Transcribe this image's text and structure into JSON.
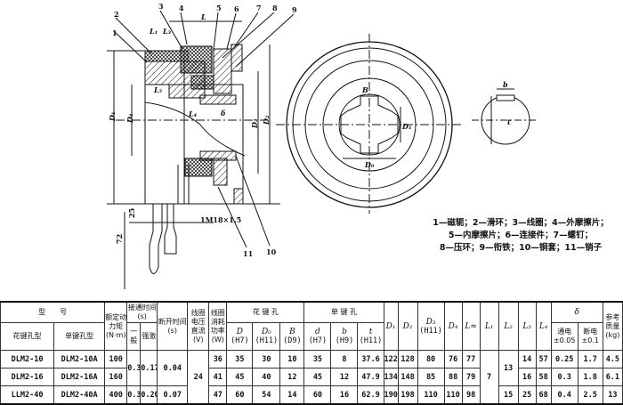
{
  "drawing": {
    "left_view": {
      "part_numbers": [
        "1",
        "2",
        "3",
        "4",
        "5",
        "6",
        "7",
        "8",
        "9",
        "10",
        "11"
      ],
      "dims": {
        "L": "L",
        "L1": "L₁",
        "L3": "L₃",
        "L5": "L₅",
        "L4": "L₄",
        "delta": "δ",
        "D1": "D₁",
        "D4": "D₄",
        "D3": "D₃",
        "D2": "D₂",
        "d25": "25",
        "d72": "72",
        "thread": "1M18×1.5"
      }
    },
    "front_view": {
      "B": "B",
      "D1": "D₁",
      "D0": "D₀"
    },
    "keyway_view": {
      "b": "b",
      "t": "t"
    }
  },
  "legend": {
    "lines": [
      "1—磁轭；2—滑环；3—线圈；4—外摩擦片；",
      "5—内摩擦片；6—连接件；7—螺钉；",
      "8—压环；9—衔铁；10—铜套；11—销子"
    ]
  },
  "table": {
    "headers": {
      "model": "型　　号",
      "spline_type": "花键孔型",
      "key_type": "单键孔型",
      "torque": "额定动力矩(N·m)",
      "on_time": "接通时间(s)",
      "on_normal": "一般",
      "on_forced": "强激",
      "off_time": "断开时间(s)",
      "voltage": "线圈电压直流(V)",
      "power": "线圈消耗功率(W)",
      "spline_hole": "花 键 孔",
      "key_hole": "单 键 孔",
      "D": "D",
      "D_tol": "(H7)",
      "D0": "D₀",
      "D0_tol": "(H11)",
      "B": "B",
      "B_tol": "(D9)",
      "d": "d",
      "d_tol": "(H7)",
      "b": "b",
      "b_tol": "(H9)",
      "t": "t",
      "t_tol": "(H11)",
      "D1": "D₁",
      "D2": "D₂",
      "D3": "D₃",
      "D3_tol": "(H11)",
      "D4": "D₄",
      "L": "L≈",
      "L1": "L₁",
      "L2": "L₂",
      "L3": "L₃",
      "L4": "L₄",
      "delta": "δ",
      "delta_on": "通电±0.05",
      "delta_off": "断电±0.1",
      "mass": "参考质量(kg)"
    },
    "rows": [
      {
        "spline": "DLM2-10",
        "key": "DLM2-10A",
        "torque": "100",
        "D": "35",
        "D0": "30",
        "B": "10",
        "d": "35",
        "b": "8",
        "t": "37.6",
        "D1": "122",
        "D2": "128",
        "D3": "80",
        "D4": "76",
        "L": "77",
        "L3": "14",
        "L4": "57",
        "on": "0.25",
        "off": "1.7",
        "mass": "4.5",
        "power": "36"
      },
      {
        "spline": "DLM2-16",
        "key": "DLM2-16A",
        "torque": "160",
        "D": "45",
        "D0": "40",
        "B": "12",
        "d": "45",
        "b": "12",
        "t": "47.9",
        "D1": "134",
        "D2": "148",
        "D3": "85",
        "D4": "88",
        "L": "79",
        "L3": "16",
        "L4": "58",
        "on": "0.3",
        "off": "1.8",
        "mass": "6.1",
        "power": "41"
      },
      {
        "spline": "LLM2-40",
        "key": "DLM2-40A",
        "torque": "400",
        "D": "60",
        "D0": "54",
        "B": "14",
        "d": "60",
        "b": "16",
        "t": "62.9",
        "D1": "190",
        "D2": "198",
        "D3": "110",
        "D4": "110",
        "L": "98",
        "L3": "25",
        "L4": "68",
        "on": "0.4",
        "off": "2.5",
        "mass": "13",
        "power": "47"
      }
    ],
    "merged": {
      "on_normal_12": "0.3",
      "on_forced_12": "0.17",
      "off_12": "0.04",
      "on_normal_3": "0.35",
      "on_forced_3": "0.20",
      "off_3": "0.07",
      "voltage": "24",
      "L1": "7",
      "L2_12": "13",
      "L2_3": "15"
    }
  }
}
